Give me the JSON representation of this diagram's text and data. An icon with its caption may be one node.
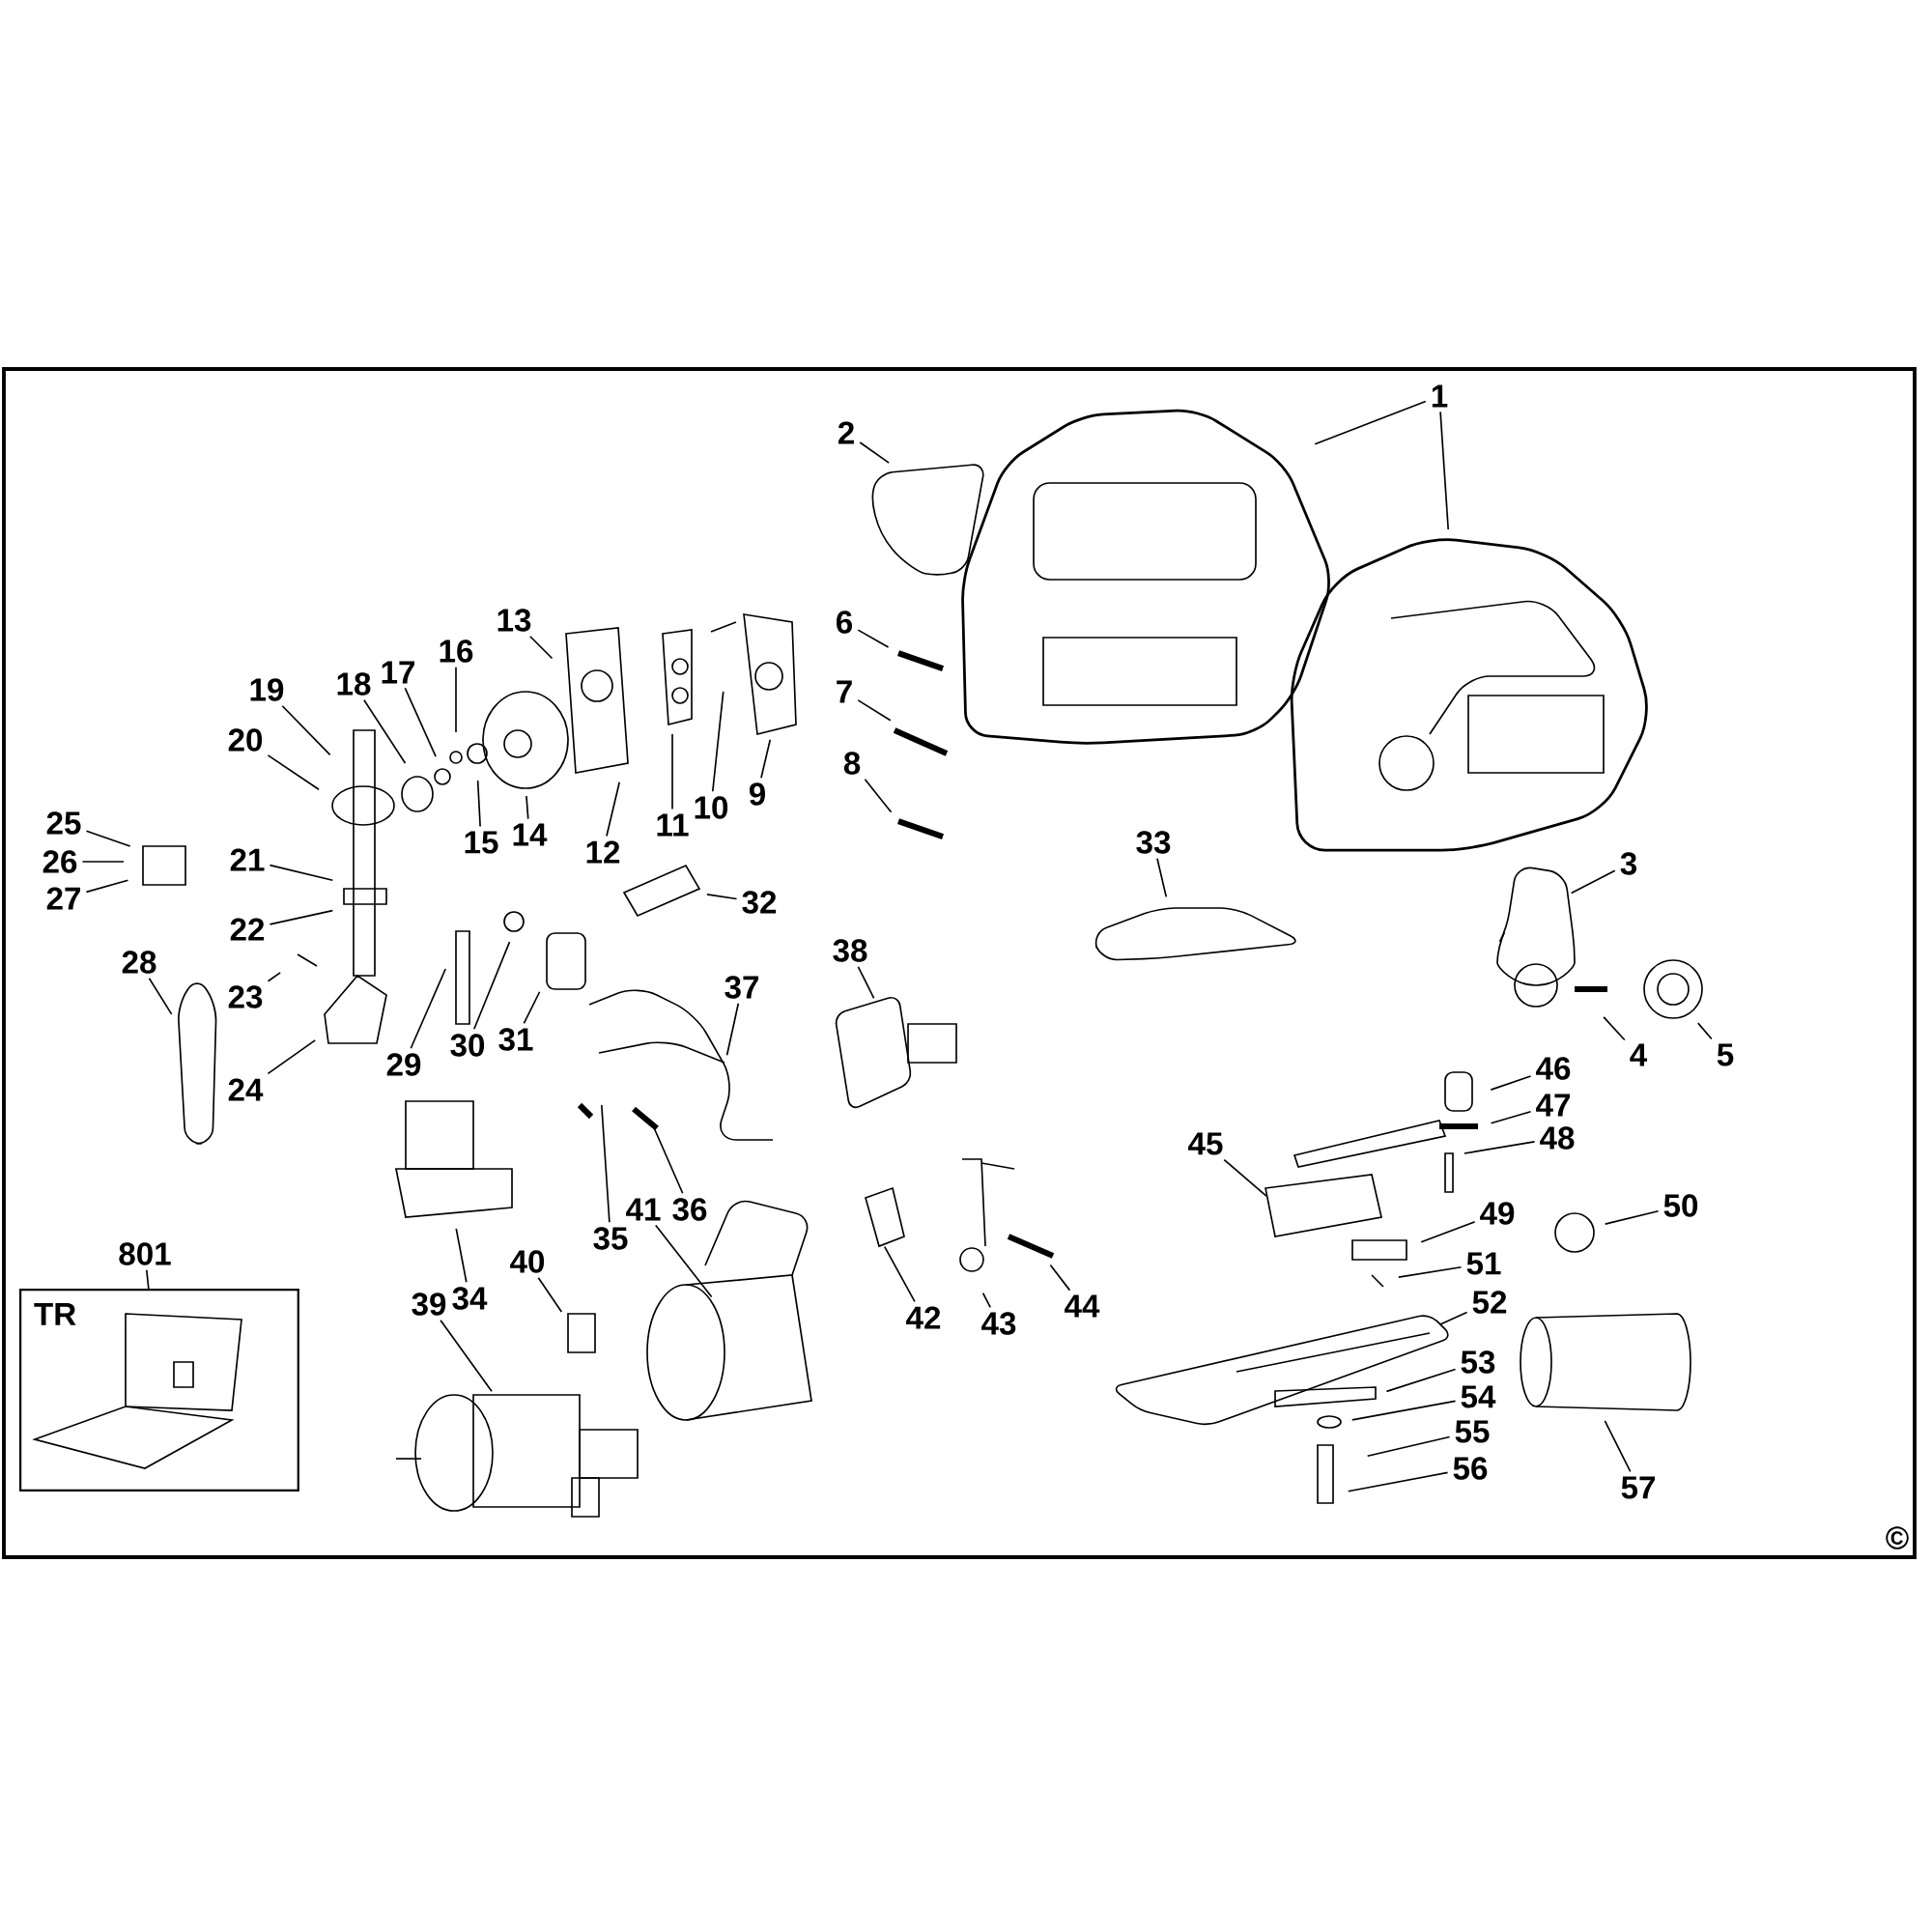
{
  "diagram": {
    "nodes": [
      {
        "text": [
          "1"
        ]
      },
      {
        "text": [
          "2"
        ]
      },
      {
        "text": [
          "3"
        ]
      },
      {
        "text": [
          "4"
        ]
      },
      {
        "text": [
          "5"
        ]
      },
      {
        "text": [
          "6"
        ]
      },
      {
        "text": [
          "7"
        ]
      },
      {
        "text": [
          "8"
        ]
      },
      {
        "text": [
          "9"
        ]
      },
      {
        "text": [
          "10"
        ]
      },
      {
        "text": [
          "11"
        ]
      },
      {
        "text": [
          "12"
        ]
      },
      {
        "text": [
          "13"
        ]
      },
      {
        "text": [
          "14"
        ]
      },
      {
        "text": [
          "15"
        ]
      },
      {
        "text": [
          "16"
        ]
      },
      {
        "text": [
          "17"
        ]
      },
      {
        "text": [
          "18"
        ]
      },
      {
        "text": [
          "19"
        ]
      },
      {
        "text": [
          "20"
        ]
      },
      {
        "text": [
          "21"
        ]
      },
      {
        "text": [
          "22"
        ]
      },
      {
        "text": [
          "23"
        ]
      },
      {
        "text": [
          "24"
        ]
      },
      {
        "text": [
          "25"
        ]
      },
      {
        "text": [
          "26"
        ]
      },
      {
        "text": [
          "27"
        ]
      },
      {
        "text": [
          "28"
        ]
      },
      {
        "text": [
          "29"
        ]
      },
      {
        "text": [
          "30"
        ]
      },
      {
        "text": [
          "31"
        ]
      },
      {
        "text": [
          "32"
        ]
      },
      {
        "text": [
          "33"
        ]
      },
      {
        "text": [
          "34"
        ]
      },
      {
        "text": [
          "35"
        ]
      },
      {
        "text": [
          "36"
        ]
      },
      {
        "text": [
          "37"
        ]
      },
      {
        "text": [
          "38"
        ]
      },
      {
        "text": [
          "39"
        ]
      },
      {
        "text": [
          "40"
        ]
      },
      {
        "text": [
          "41"
        ]
      },
      {
        "text": [
          "42"
        ]
      },
      {
        "text": [
          "43"
        ]
      },
      {
        "text": [
          "44"
        ]
      },
      {
        "text": [
          "45"
        ]
      },
      {
        "text": [
          "46"
        ]
      },
      {
        "text": [
          "47"
        ]
      },
      {
        "text": [
          "48"
        ]
      },
      {
        "text": [
          "49"
        ]
      },
      {
        "text": [
          "50"
        ]
      },
      {
        "text": [
          "51"
        ]
      },
      {
        "text": [
          "52"
        ]
      },
      {
        "text": [
          "53"
        ]
      },
      {
        "text": [
          "54"
        ]
      },
      {
        "text": [
          "55"
        ]
      },
      {
        "text": [
          "56"
        ]
      },
      {
        "text": [
          "57"
        ]
      },
      {
        "text": [
          "801"
        ]
      },
      {
        "text": [
          "TR"
        ]
      }
    ],
    "edges": [
      {
        "from": 0,
        "to": null,
        "arrow": "none"
      },
      {
        "from": 0,
        "to": null,
        "arrow": "none"
      },
      {
        "from": 1,
        "to": null,
        "arrow": "none"
      },
      {
        "from": 2,
        "to": null,
        "arrow": "none"
      },
      {
        "from": 3,
        "to": null,
        "arrow": "none"
      },
      {
        "from": 4,
        "to": null,
        "arrow": "none"
      },
      {
        "from": 5,
        "to": null,
        "arrow": "none"
      },
      {
        "from": 6,
        "to": null,
        "arrow": "none"
      },
      {
        "from": 7,
        "to": null,
        "arrow": "none"
      },
      {
        "from": 8,
        "to": null,
        "arrow": "none"
      },
      {
        "from": 9,
        "to": null,
        "arrow": "none"
      },
      {
        "from": 10,
        "to": null,
        "arrow": "none"
      },
      {
        "from": 11,
        "to": null,
        "arrow": "none"
      },
      {
        "from": 12,
        "to": null,
        "arrow": "none"
      },
      {
        "from": 13,
        "to": null,
        "arrow": "none"
      },
      {
        "from": 14,
        "to": null,
        "arrow": "none"
      },
      {
        "from": 15,
        "to": null,
        "arrow": "none"
      },
      {
        "from": 16,
        "to": null,
        "arrow": "none"
      },
      {
        "from": 17,
        "to": null,
        "arrow": "none"
      },
      {
        "from": 18,
        "to": null,
        "arrow": "none"
      },
      {
        "from": 19,
        "to": null,
        "arrow": "none"
      },
      {
        "from": 20,
        "to": null,
        "arrow": "none"
      },
      {
        "from": 21,
        "to": null,
        "arrow": "none"
      },
      {
        "from": 22,
        "to": null,
        "arrow": "none"
      },
      {
        "from": 23,
        "to": null,
        "arrow": "none"
      },
      {
        "from": 24,
        "to": null,
        "arrow": "none"
      },
      {
        "from": 25,
        "to": null,
        "arrow": "none"
      },
      {
        "from": 26,
        "to": null,
        "arrow": "none"
      },
      {
        "from": 27,
        "to": null,
        "arrow": "none"
      },
      {
        "from": 28,
        "to": null,
        "arrow": "none"
      },
      {
        "from": 29,
        "to": null,
        "arrow": "none"
      },
      {
        "from": 30,
        "to": null,
        "arrow": "none"
      },
      {
        "from": 31,
        "to": null,
        "arrow": "none"
      },
      {
        "from": 32,
        "to": null,
        "arrow": "none"
      },
      {
        "from": 33,
        "to": null,
        "arrow": "none"
      },
      {
        "from": 34,
        "to": null,
        "arrow": "none"
      },
      {
        "from": 35,
        "to": null,
        "arrow": "none"
      },
      {
        "from": 36,
        "to": null,
        "arrow": "none"
      },
      {
        "from": 37,
        "to": null,
        "arrow": "none"
      },
      {
        "from": 38,
        "to": null,
        "arrow": "none"
      },
      {
        "from": 39,
        "to": null,
        "arrow": "none"
      },
      {
        "from": 40,
        "to": null,
        "arrow": "none"
      },
      {
        "from": 41,
        "to": null,
        "arrow": "none"
      },
      {
        "from": 42,
        "to": null,
        "arrow": "none"
      },
      {
        "from": 43,
        "to": null,
        "arrow": "none"
      },
      {
        "from": 44,
        "to": null,
        "arrow": "none"
      },
      {
        "from": 45,
        "to": null,
        "arrow": "none"
      },
      {
        "from": 46,
        "to": null,
        "arrow": "none"
      },
      {
        "from": 47,
        "to": null,
        "arrow": "none"
      },
      {
        "from": 48,
        "to": null,
        "arrow": "none"
      },
      {
        "from": 49,
        "to": null,
        "arrow": "none"
      },
      {
        "from": 50,
        "to": null,
        "arrow": "none"
      },
      {
        "from": 51,
        "to": null,
        "arrow": "none"
      },
      {
        "from": 52,
        "to": null,
        "arrow": "none"
      },
      {
        "from": 53,
        "to": null,
        "arrow": "none"
      },
      {
        "from": 54,
        "to": null,
        "arrow": "none"
      },
      {
        "from": 55,
        "to": null,
        "arrow": "none"
      },
      {
        "from": 56,
        "to": null,
        "arrow": "none"
      },
      {
        "from": 57,
        "to": 58,
        "arrow": "none"
      }
    ],
    "labels": [
      "©"
    ]
  }
}
